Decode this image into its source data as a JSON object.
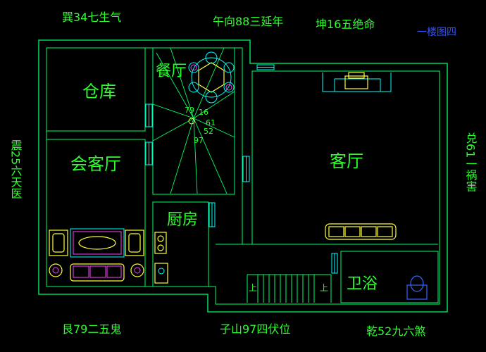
{
  "directions": {
    "top_left": "巽34七生气",
    "top_center": "午向88三延年",
    "top_right": "坤16五绝命",
    "floor_label": "一楼图四",
    "left_vertical": "震25六天医",
    "right_vertical": "兑61一祸害",
    "bottom_left": "艮79二五鬼",
    "bottom_center": "子山97四伏位",
    "bottom_right": "乾52九六煞"
  },
  "rooms": {
    "storage": "仓库",
    "meeting_room": "会客厅",
    "dining": "餐厅",
    "kitchen": "厨房",
    "living_room": "客厅",
    "bathroom": "卫浴"
  },
  "compass": {
    "n1": "79",
    "n2": "16",
    "n3": "61",
    "n4": "52",
    "n5": "97"
  },
  "stairs": {
    "up_left": "上",
    "up_right": "上"
  },
  "colors": {
    "background": "#000000",
    "wall": "#00ff66",
    "text": "#2dff2d",
    "window": "#00ffff",
    "furniture": "#ffff33",
    "floor_label": "#3355ff"
  }
}
